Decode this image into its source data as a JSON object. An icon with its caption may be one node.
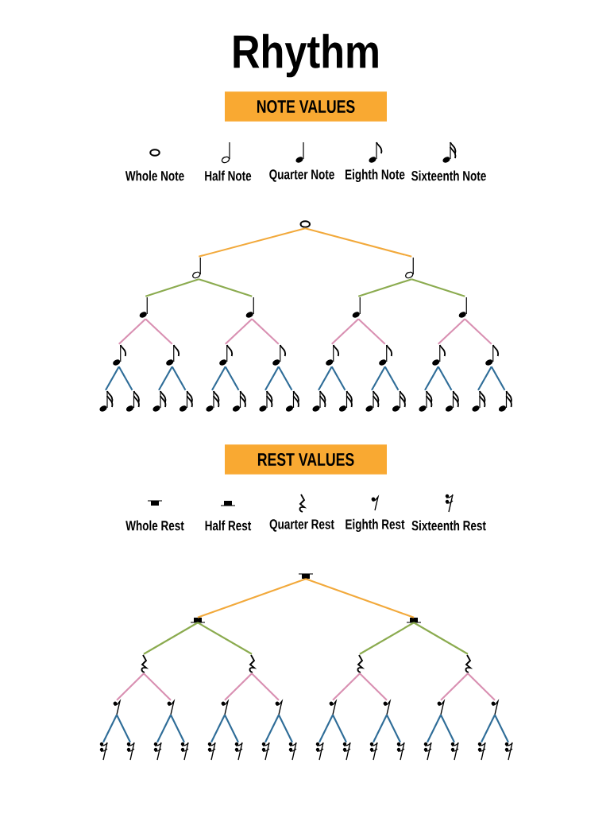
{
  "diagram": {
    "title": "Rhythm",
    "nodes": [
      {
        "text": [
          "NOTE VALUES"
        ]
      },
      {
        "text": [],
        "shape": "picture"
      },
      {
        "text": [],
        "shape": "picture"
      },
      {
        "text": [],
        "shape": "picture"
      },
      {
        "text": [],
        "shape": "picture"
      },
      {
        "text": [],
        "shape": "picture"
      },
      {
        "text": [],
        "shape": "picture"
      },
      {
        "text": [],
        "shape": "picture"
      },
      {
        "text": [],
        "shape": "picture"
      },
      {
        "text": [],
        "shape": "picture"
      },
      {
        "text": [],
        "shape": "picture"
      },
      {
        "text": [],
        "shape": "picture"
      },
      {
        "text": [],
        "shape": "picture"
      },
      {
        "text": [],
        "shape": "picture"
      },
      {
        "text": [],
        "shape": "picture"
      },
      {
        "text": [],
        "shape": "picture"
      },
      {
        "text": [],
        "shape": "picture"
      },
      {
        "text": [],
        "shape": "picture"
      },
      {
        "text": [],
        "shape": "picture"
      },
      {
        "text": [],
        "shape": "picture"
      },
      {
        "text": [],
        "shape": "picture"
      },
      {
        "text": [],
        "shape": "picture"
      },
      {
        "text": [],
        "shape": "picture"
      },
      {
        "text": [],
        "shape": "picture"
      },
      {
        "text": [],
        "shape": "picture"
      },
      {
        "text": [],
        "shape": "picture"
      },
      {
        "text": [],
        "shape": "picture"
      },
      {
        "text": [],
        "shape": "picture"
      },
      {
        "text": [],
        "shape": "picture"
      },
      {
        "text": [],
        "shape": "picture"
      },
      {
        "text": [],
        "shape": "picture"
      },
      {
        "text": [],
        "shape": "picture"
      },
      {
        "text": [
          "REST VALUES"
        ]
      },
      {
        "text": [],
        "shape": "bar"
      },
      {
        "text": [],
        "shape": "bar"
      },
      {
        "text": [],
        "shape": "bar"
      },
      {
        "text": [],
        "shape": "picture"
      },
      {
        "text": [],
        "shape": "picture"
      },
      {
        "text": [],
        "shape": "picture"
      },
      {
        "text": [],
        "shape": "picture"
      },
      {
        "text": [],
        "shape": "picture"
      },
      {
        "text": [],
        "shape": "picture"
      },
      {
        "text": [],
        "shape": "picture"
      },
      {
        "text": [],
        "shape": "picture"
      },
      {
        "text": [],
        "shape": "picture"
      },
      {
        "text": [],
        "shape": "picture"
      },
      {
        "text": [],
        "shape": "picture"
      },
      {
        "text": [],
        "shape": "picture"
      },
      {
        "text": [],
        "shape": "picture"
      },
      {
        "text": [],
        "shape": "picture"
      },
      {
        "text": [],
        "shape": "picture"
      },
      {
        "text": [],
        "shape": "picture"
      },
      {
        "text": [],
        "shape": "picture"
      },
      {
        "text": [],
        "shape": "picture"
      },
      {
        "text": [],
        "shape": "picture"
      },
      {
        "text": [],
        "shape": "picture"
      },
      {
        "text": [],
        "shape": "picture"
      },
      {
        "text": [],
        "shape": "picture"
      },
      {
        "text": [],
        "shape": "picture"
      },
      {
        "text": [],
        "shape": "picture"
      },
      {
        "text": [],
        "shape": "picture"
      },
      {
        "text": [],
        "shape": "picture"
      },
      {
        "text": [],
        "shape": "picture"
      },
      {
        "text": [],
        "shape": "picture"
      }
    ],
    "edges": [
      {
        "from": 1,
        "to": 2,
        "arrow": "none",
        "color": "#f2a93b"
      },
      {
        "from": 1,
        "to": 3,
        "arrow": "none",
        "color": "#f2a93b"
      },
      {
        "from": 2,
        "to": 4,
        "arrow": "none",
        "color": "#8bab4f"
      },
      {
        "from": 2,
        "to": 5,
        "arrow": "none",
        "color": "#8bab4f"
      },
      {
        "from": 3,
        "to": 6,
        "arrow": "none",
        "color": "#8bab4f"
      },
      {
        "from": 3,
        "to": 7,
        "arrow": "none",
        "color": "#8bab4f"
      },
      {
        "from": 4,
        "to": 8,
        "arrow": "none",
        "color": "#d990b2"
      },
      {
        "from": 4,
        "to": 9,
        "arrow": "none",
        "color": "#d990b2"
      },
      {
        "from": 5,
        "to": 10,
        "arrow": "none",
        "color": "#d990b2"
      },
      {
        "from": 5,
        "to": 11,
        "arrow": "none",
        "color": "#d990b2"
      },
      {
        "from": 6,
        "to": 12,
        "arrow": "none",
        "color": "#d990b2"
      },
      {
        "from": 6,
        "to": 13,
        "arrow": "none",
        "color": "#d990b2"
      },
      {
        "from": 7,
        "to": 14,
        "arrow": "none",
        "color": "#d990b2"
      },
      {
        "from": 7,
        "to": 15,
        "arrow": "none",
        "color": "#d990b2"
      },
      {
        "from": 8,
        "to": 16,
        "arrow": "none",
        "color": "#2f6d98"
      },
      {
        "from": 8,
        "to": 17,
        "arrow": "none",
        "color": "#2f6d98"
      },
      {
        "from": 9,
        "to": 18,
        "arrow": "none",
        "color": "#2f6d98"
      },
      {
        "from": 9,
        "to": 19,
        "arrow": "none",
        "color": "#2f6d98"
      },
      {
        "from": 10,
        "to": 20,
        "arrow": "none",
        "color": "#2f6d98"
      },
      {
        "from": 10,
        "to": 21,
        "arrow": "none",
        "color": "#2f6d98"
      },
      {
        "from": 11,
        "to": 22,
        "arrow": "none",
        "color": "#2f6d98"
      },
      {
        "from": 11,
        "to": 23,
        "arrow": "none",
        "color": "#2f6d98"
      },
      {
        "from": 12,
        "to": 24,
        "arrow": "none",
        "color": "#2f6d98"
      },
      {
        "from": 12,
        "to": 25,
        "arrow": "none",
        "color": "#2f6d98"
      },
      {
        "from": 13,
        "to": 26,
        "arrow": "none",
        "color": "#2f6d98"
      },
      {
        "from": 13,
        "to": 27,
        "arrow": "none",
        "color": "#2f6d98"
      },
      {
        "from": 14,
        "to": 28,
        "arrow": "none",
        "color": "#2f6d98"
      },
      {
        "from": 14,
        "to": 29,
        "arrow": "none",
        "color": "#2f6d98"
      },
      {
        "from": 15,
        "to": 30,
        "arrow": "none",
        "color": "#2f6d98"
      },
      {
        "from": 15,
        "to": 31,
        "arrow": "none",
        "color": "#2f6d98"
      },
      {
        "from": 33,
        "to": 34,
        "arrow": "none",
        "color": "#f2a93b"
      },
      {
        "from": 33,
        "to": 35,
        "arrow": "none",
        "color": "#f2a93b"
      },
      {
        "from": 34,
        "to": 36,
        "arrow": "none",
        "color": "#8bab4f"
      },
      {
        "from": 34,
        "to": 37,
        "arrow": "none",
        "color": "#8bab4f"
      },
      {
        "from": 35,
        "to": 38,
        "arrow": "none",
        "color": "#8bab4f"
      },
      {
        "from": 35,
        "to": 39,
        "arrow": "none",
        "color": "#8bab4f"
      },
      {
        "from": 36,
        "to": 40,
        "arrow": "none",
        "color": "#d990b2"
      },
      {
        "from": 36,
        "to": 41,
        "arrow": "none",
        "color": "#d990b2"
      },
      {
        "from": 37,
        "to": 42,
        "arrow": "none",
        "color": "#d990b2"
      },
      {
        "from": 37,
        "to": 43,
        "arrow": "none",
        "color": "#d990b2"
      },
      {
        "from": 38,
        "to": 44,
        "arrow": "none",
        "color": "#d990b2"
      },
      {
        "from": 38,
        "to": 45,
        "arrow": "none",
        "color": "#d990b2"
      },
      {
        "from": 39,
        "to": 46,
        "arrow": "none",
        "color": "#d990b2"
      },
      {
        "from": 39,
        "to": 47,
        "arrow": "none",
        "color": "#d990b2"
      },
      {
        "from": 40,
        "to": 48,
        "arrow": "none",
        "color": "#2f6d98"
      },
      {
        "from": 40,
        "to": 49,
        "arrow": "none",
        "color": "#2f6d98"
      },
      {
        "from": 41,
        "to": 50,
        "arrow": "none",
        "color": "#2f6d98"
      },
      {
        "from": 41,
        "to": 51,
        "arrow": "none",
        "color": "#2f6d98"
      },
      {
        "from": 42,
        "to": 52,
        "arrow": "none",
        "color": "#2f6d98"
      },
      {
        "from": 42,
        "to": 53,
        "arrow": "none",
        "color": "#2f6d98"
      },
      {
        "from": 43,
        "to": 54,
        "arrow": "none",
        "color": "#2f6d98"
      },
      {
        "from": 43,
        "to": 55,
        "arrow": "none",
        "color": "#2f6d98"
      },
      {
        "from": 44,
        "to": 56,
        "arrow": "none",
        "color": "#2f6d98"
      },
      {
        "from": 44,
        "to": 57,
        "arrow": "none",
        "color": "#2f6d98"
      },
      {
        "from": 45,
        "to": 58,
        "arrow": "none",
        "color": "#2f6d98"
      },
      {
        "from": 45,
        "to": 59,
        "arrow": "none",
        "color": "#2f6d98"
      },
      {
        "from": 46,
        "to": 60,
        "arrow": "none",
        "color": "#2f6d98"
      },
      {
        "from": 46,
        "to": 61,
        "arrow": "none",
        "color": "#2f6d98"
      },
      {
        "from": 47,
        "to": 62,
        "arrow": "none",
        "color": "#2f6d98"
      },
      {
        "from": 47,
        "to": 63,
        "arrow": "none",
        "color": "#2f6d98"
      }
    ],
    "labels": [
      "Whole Note",
      "Half Note",
      "Quarter Note",
      "Eighth Note",
      "Sixteenth Note",
      "Whole Rest",
      "Half Rest",
      "Quarter Rest",
      "Eighth Rest",
      "Sixteenth Rest"
    ]
  }
}
